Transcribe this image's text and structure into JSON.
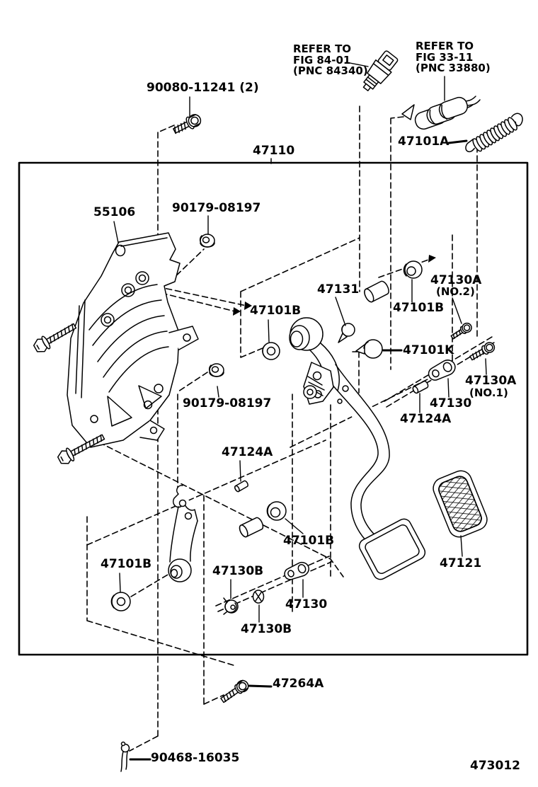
{
  "diagram": {
    "figure_code": "473012",
    "assembly_label": "47110",
    "references": [
      {
        "line1": "REFER TO",
        "line2": "FIG 84-01",
        "line3": "(PNC 84340)"
      },
      {
        "line1": "REFER TO",
        "line2": "FIG 33-11",
        "line3": "(PNC 33880)"
      }
    ],
    "labels": {
      "l90080": "90080-11241 (2)",
      "l47110": "47110",
      "l47101A": "47101A",
      "l55106": "55106",
      "l90179_upper": "90179-08197",
      "l90179_lower": "90179-08197",
      "l47131": "47131",
      "l47101B_mid_left": "47101B",
      "l47101B_top_right": "47101B",
      "l47130A_no2": "47130A",
      "l47130A_no2_sub": "(NO.2)",
      "l47101K": "47101K",
      "l47130A_no1": "47130A",
      "l47130A_no1_sub": "(NO.1)",
      "l47130_right": "47130",
      "l47124A_right": "47124A",
      "l47124A_center": "47124A",
      "l47101B_lower_right": "47101B",
      "l47101B_lower_left": "47101B",
      "l47130B_center": "47130B",
      "l47130_bottom": "47130",
      "l47130B_bottom": "47130B",
      "l47121": "47121",
      "l47264A": "47264A",
      "l90468": "90468-16035"
    }
  }
}
